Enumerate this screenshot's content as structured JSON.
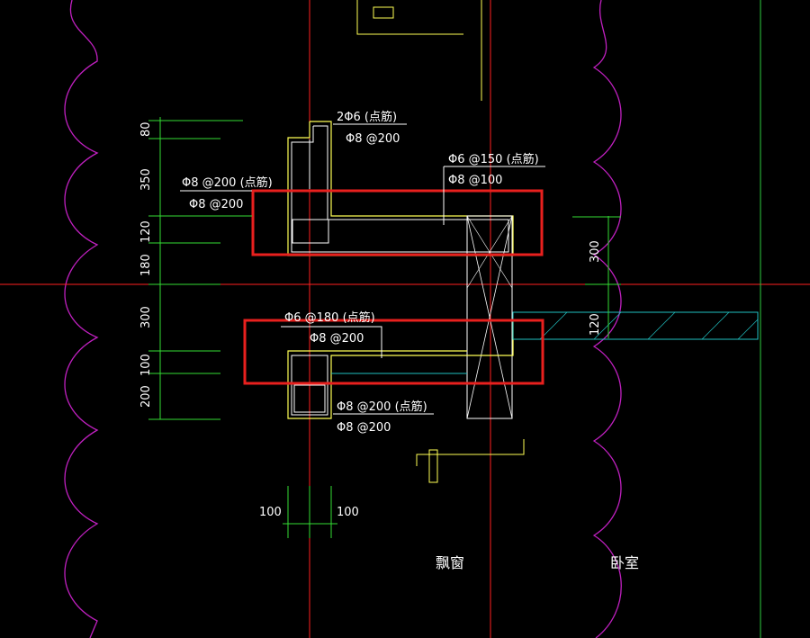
{
  "colors": {
    "background": "#000000",
    "axis_red": "#ff2020",
    "axis_green": "#2ecc40",
    "dim_green": "#33dd33",
    "concrete_yellow": "#ffff55",
    "rebar_white": "#ffffff",
    "boundary_magenta": "#c020c0",
    "slab_cyan": "#20c0c0",
    "highlight_box": "#e8201e"
  },
  "dimensions_vertical": [
    "80",
    "350",
    "120",
    "180",
    "300",
    "100",
    "200"
  ],
  "dimension_right": {
    "upper": "300",
    "lower": "120"
  },
  "dimensions_bottom": {
    "left": "100",
    "right": "100"
  },
  "rebar_labels": {
    "top_1": "2Φ6 (点筋)",
    "top_2": "Φ8 @200",
    "upper_right_1": "Φ6 @150 (点筋)",
    "upper_right_2": "Φ8 @100",
    "upper_left_1": "Φ8 @200 (点筋)",
    "upper_left_2": "Φ8 @200",
    "lower_1": "Φ6 @180 (点筋)",
    "lower_2": "Φ8 @200",
    "bottom_1": "Φ8 @200 (点筋)",
    "bottom_2": "Φ8 @200"
  },
  "rooms": {
    "left": "飘窗",
    "right": "卧室"
  }
}
